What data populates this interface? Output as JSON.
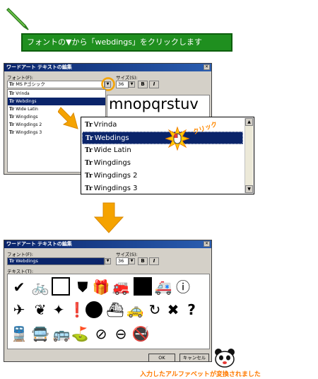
{
  "instruction": "フォントの▼から「webdings」をクリックします",
  "dialog1": {
    "title": "ワードアート テキストの編集",
    "font_label": "フォント(F):",
    "size_label": "サイズ(S):",
    "font_value": "MS Pゴシック",
    "size_value": "36",
    "bold": "B",
    "italic": "I",
    "preview_text": "mnopqrstuv",
    "list_items": [
      "Vrinda",
      "Webdings",
      "Wide Latin",
      "Wingdings",
      "Wingdings 2",
      "Wingdings 3"
    ],
    "selected_index": 1
  },
  "popup": {
    "items": [
      "Vrinda",
      "Webdings",
      "Wide Latin",
      "Wingdings",
      "Wingdings 2",
      "Wingdings 3"
    ],
    "selected_index": 1
  },
  "click_label": "クリック",
  "dialog2": {
    "title": "ワードアート テキストの編集",
    "font_label": "フォント(F):",
    "size_label": "サイズ(S):",
    "text_label": "テキスト(T):",
    "font_value": "Webdings",
    "size_value": "36",
    "bold": "B",
    "italic": "I",
    "ok_label": "OK",
    "cancel_label": "キャンセル"
  },
  "caption": "入力したアルファベットが変換されました",
  "colors": {
    "accent": "#f5a300",
    "instruction_bg": "#1f8f1f",
    "titlebar": "#0a246a",
    "caption": "#ff7a00"
  }
}
